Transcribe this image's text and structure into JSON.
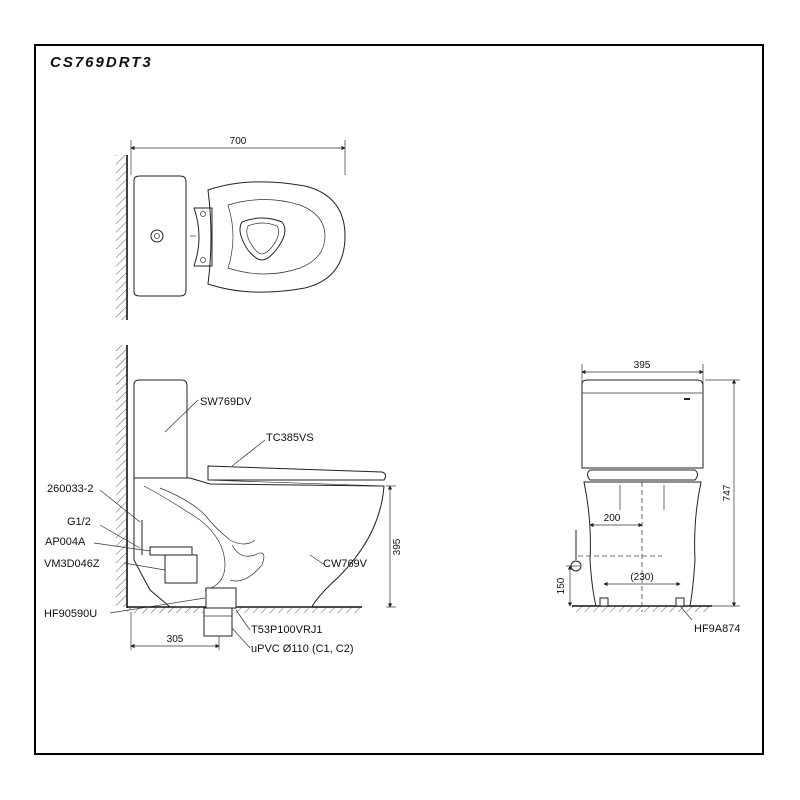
{
  "title": "CS769DRT3",
  "dimensions": {
    "top_width": "700",
    "side_height": "395",
    "side_depth": "305",
    "front_width": "395",
    "front_height": "747",
    "front_offset": "200",
    "front_spacing": "(230)",
    "front_low": "150"
  },
  "labels": {
    "tank": "SW769DV",
    "seat": "TC385VS",
    "bolt": "260033-2",
    "thread": "G1/2",
    "valve": "AP004A",
    "hose": "VM3D046Z",
    "base_fix": "HF90590U",
    "bowl": "CW769V",
    "flange": "T53P100VRJ1",
    "pipe": "uPVC Ø110 (C1, C2)",
    "front_fix": "HF9A874"
  },
  "colors": {
    "line": "#222222",
    "frame": "#000000"
  }
}
